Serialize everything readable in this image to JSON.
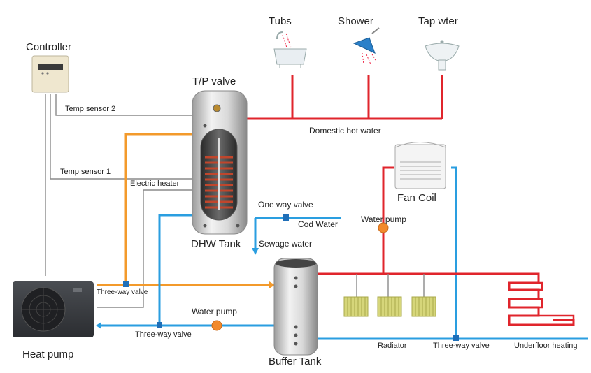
{
  "labels": {
    "controller": "Controller",
    "tp_valve": "T/P valve",
    "temp_sensor_2": "Temp sensor 2",
    "temp_sensor_1": "Temp sensor 1",
    "electric_heater": "Electric heater",
    "dhw_tank": "DHW Tank",
    "tubs": "Tubs",
    "shower": "Shower",
    "tap_water": "Tap wter",
    "domestic_hot_water": "Domestic hot water",
    "fan_coil": "Fan Coil",
    "one_way_valve": "One way valve",
    "cod_water": "Cod Water",
    "water_pump_right": "Water pump",
    "sewage_water": "Sewage water",
    "three_way_valve_top": "Three-way valve",
    "water_pump_bottom": "Water pump",
    "three_way_valve_bottom": "Three-way valve",
    "heat_pump": "Heat pump",
    "buffer_tank": "Buffer Tank",
    "radiator": "Radiator",
    "three_way_valve_right": "Three-way valve",
    "underfloor_heating": "Underfloor heating"
  },
  "colors": {
    "hot_pipe": "#e0252c",
    "cold_pipe": "#2a9ee0",
    "heat_pipe": "#f39a2b",
    "sensor_wire": "#8a8a8a",
    "pump": "#f28a2c",
    "valve": "#1f6fb8"
  },
  "icons": [
    "controller-icon",
    "bathtub-icon",
    "shower-icon",
    "sink-icon",
    "fan-coil-icon",
    "heat-pump-icon",
    "radiator-icon",
    "underfloor-heating-icon",
    "water-pump-icon",
    "valve-icon"
  ]
}
